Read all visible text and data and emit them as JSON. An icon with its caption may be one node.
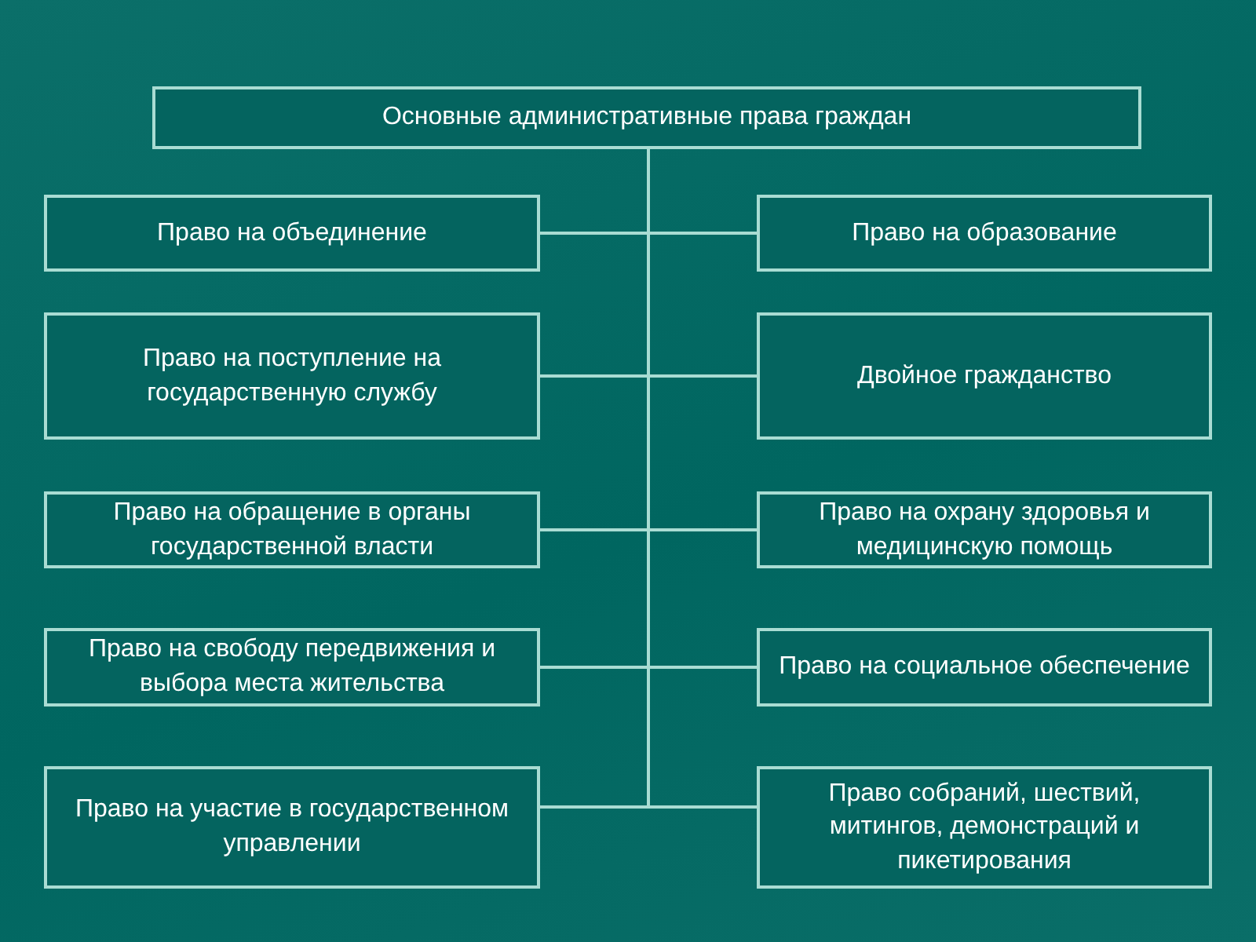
{
  "diagram": {
    "nodes": [
      {
        "text": [
          "Основные административные права граждан"
        ]
      },
      {
        "text": [
          "Право на объединение"
        ]
      },
      {
        "text": [
          "Право на образование"
        ]
      },
      {
        "text": [
          "Право на поступление на государственную службу"
        ]
      },
      {
        "text": [
          "Двойное гражданство"
        ]
      },
      {
        "text": [
          "Право на обращение в органы государственной власти"
        ]
      },
      {
        "text": [
          "Право на охрану здоровья и медицинскую помощь"
        ]
      },
      {
        "text": [
          "Право на свободу передвижения и выбора места жительства"
        ]
      },
      {
        "text": [
          "Право на социальное обеспечение"
        ]
      },
      {
        "text": [
          "Право на участие в государственном управлении"
        ]
      },
      {
        "text": [
          "Право собраний, шествий, митингов, демонстраций и пикетирования"
        ]
      }
    ],
    "edges": [
      {
        "from": 0,
        "to": 1,
        "arrow": "none"
      },
      {
        "from": 0,
        "to": 2,
        "arrow": "none"
      },
      {
        "from": 0,
        "to": 3,
        "arrow": "none"
      },
      {
        "from": 0,
        "to": 4,
        "arrow": "none"
      },
      {
        "from": 0,
        "to": 5,
        "arrow": "none"
      },
      {
        "from": 0,
        "to": 6,
        "arrow": "none"
      },
      {
        "from": 0,
        "to": 7,
        "arrow": "none"
      },
      {
        "from": 0,
        "to": 8,
        "arrow": "none"
      },
      {
        "from": 0,
        "to": 9,
        "arrow": "none"
      },
      {
        "from": 0,
        "to": 10,
        "arrow": "none"
      }
    ]
  }
}
